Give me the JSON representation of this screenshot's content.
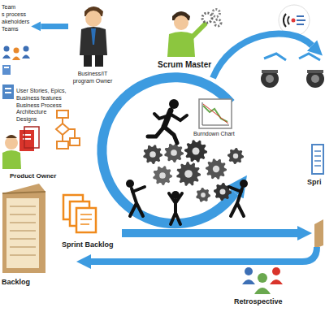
{
  "diagram": {
    "nodes": [
      {
        "text": [
          "Team",
          "s process",
          "akeholders",
          "Teams"
        ]
      },
      {
        "text": [
          "Business/IT program Owner"
        ]
      }
    ],
    "edges": [
      {
        "from": 1,
        "to": 0,
        "arrow": "to"
      }
    ],
    "labels": [
      "Scrum Master",
      "User Stories, Epics, Business features Business Process Architecture Designs",
      "Burndown Chart",
      "Product Owner",
      "Sprint Backlog",
      "Backlog",
      "Retrospective",
      "Spri"
    ]
  }
}
